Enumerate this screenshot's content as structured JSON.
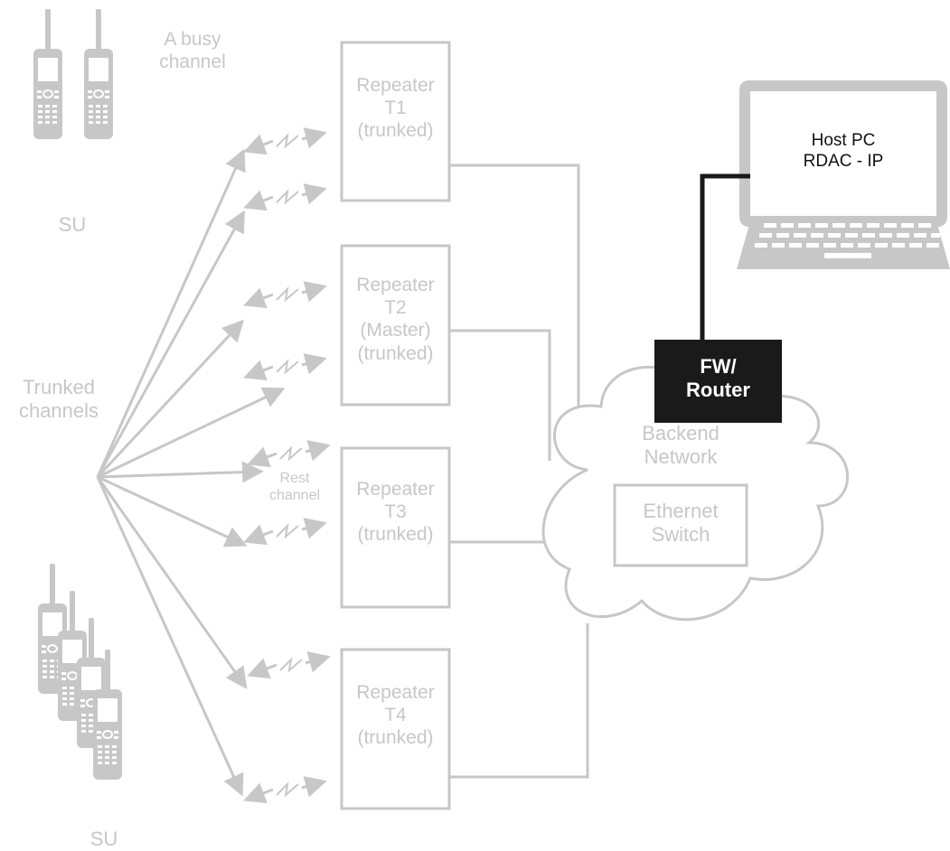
{
  "colors": {
    "gray": "#c7c7c7",
    "black": "#1a1a1a",
    "white": "#ffffff"
  },
  "labels": {
    "busy_channel": [
      "A busy",
      "channel"
    ],
    "su_top": "SU",
    "su_bottom": "SU",
    "trunked_channels": [
      "Trunked",
      "channels"
    ],
    "rest_channel": [
      "Rest",
      "channel"
    ]
  },
  "repeaters": [
    {
      "lines": [
        "Repeater",
        "T1",
        "(trunked)"
      ]
    },
    {
      "lines": [
        "Repeater",
        "T2",
        "(Master)",
        "(trunked)"
      ]
    },
    {
      "lines": [
        "Repeater",
        "T3",
        "(trunked)"
      ]
    },
    {
      "lines": [
        "Repeater",
        "T4",
        "(trunked)"
      ]
    }
  ],
  "network": {
    "cloud_lines": [
      "Backend",
      "Network"
    ],
    "switch_lines": [
      "Ethernet",
      "Switch"
    ]
  },
  "router": {
    "lines": [
      "FW/",
      "Router"
    ]
  },
  "host": {
    "lines": [
      "Host PC",
      "RDAC - IP"
    ]
  },
  "icons": [
    "radio-icon",
    "laptop-icon",
    "cloud-icon",
    "wireless-link-icon"
  ]
}
